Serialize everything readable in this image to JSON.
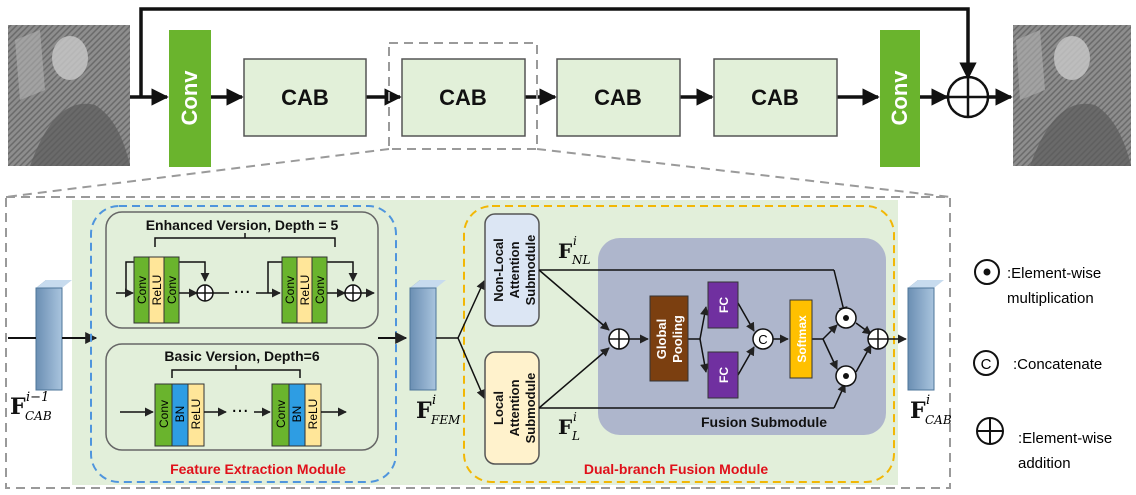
{
  "top": {
    "conv_label": "Conv",
    "cab_blocks": [
      "CAB",
      "CAB",
      "CAB",
      "CAB"
    ]
  },
  "fem": {
    "title": "Feature Extraction Module",
    "enhanced_title": "Enhanced Version, Depth = 5",
    "enhanced_layers": [
      "Conv",
      "ReLU",
      "Conv"
    ],
    "basic_title": "Basic Version, Depth=6",
    "basic_layers": [
      "Conv",
      "BN",
      "ReLU"
    ],
    "ellipsis": "···"
  },
  "fusion": {
    "title": "Dual-branch Fusion Module",
    "nonlocal_lines": [
      "Non-Local",
      "Attention",
      "Submodule"
    ],
    "local_lines": [
      "Local",
      "Attention",
      "Submodule"
    ],
    "global_pooling_lines": [
      "Global",
      "Pooling"
    ],
    "fc_label": "FC",
    "concat_symbol": "C",
    "softmax_label": "Softmax",
    "fusion_sub_title": "Fusion Submodule"
  },
  "feature_labels": {
    "in_main": "F",
    "in_sup": "i−1",
    "in_sub": "CAB",
    "fem_main": "F",
    "fem_sup": "i",
    "fem_sub": "FEM",
    "nl_main": "F",
    "nl_sup": "i",
    "nl_sub": "NL",
    "l_main": "F",
    "l_sup": "i",
    "l_sub": "L",
    "out_main": "F",
    "out_sup": "i",
    "out_sub": "CAB"
  },
  "legend": {
    "mult_line1": ":Element-wise",
    "mult_line2": "multiplication",
    "concat_text": ":Concatenate",
    "concat_symbol": "C",
    "add_line1": ":Element-wise",
    "add_line2": "addition"
  },
  "colors": {
    "conv_green": "#6ab42d",
    "cab_fill": "#e2f0d9",
    "panel_fill": "#e2efda",
    "fusion_fill": "#aeb6cc",
    "nl_fill": "#dce6f4",
    "local_fill": "#fff2cc",
    "pool_fill": "#7b3f10",
    "fc_fill": "#7030a0",
    "softmax_fill": "#ffc000",
    "relu_fill": "#ffe699",
    "bn_fill": "#2e9de3",
    "fem_border": "#4f95dd",
    "fusion_border": "#f2b705",
    "title_red": "#e0101a"
  }
}
